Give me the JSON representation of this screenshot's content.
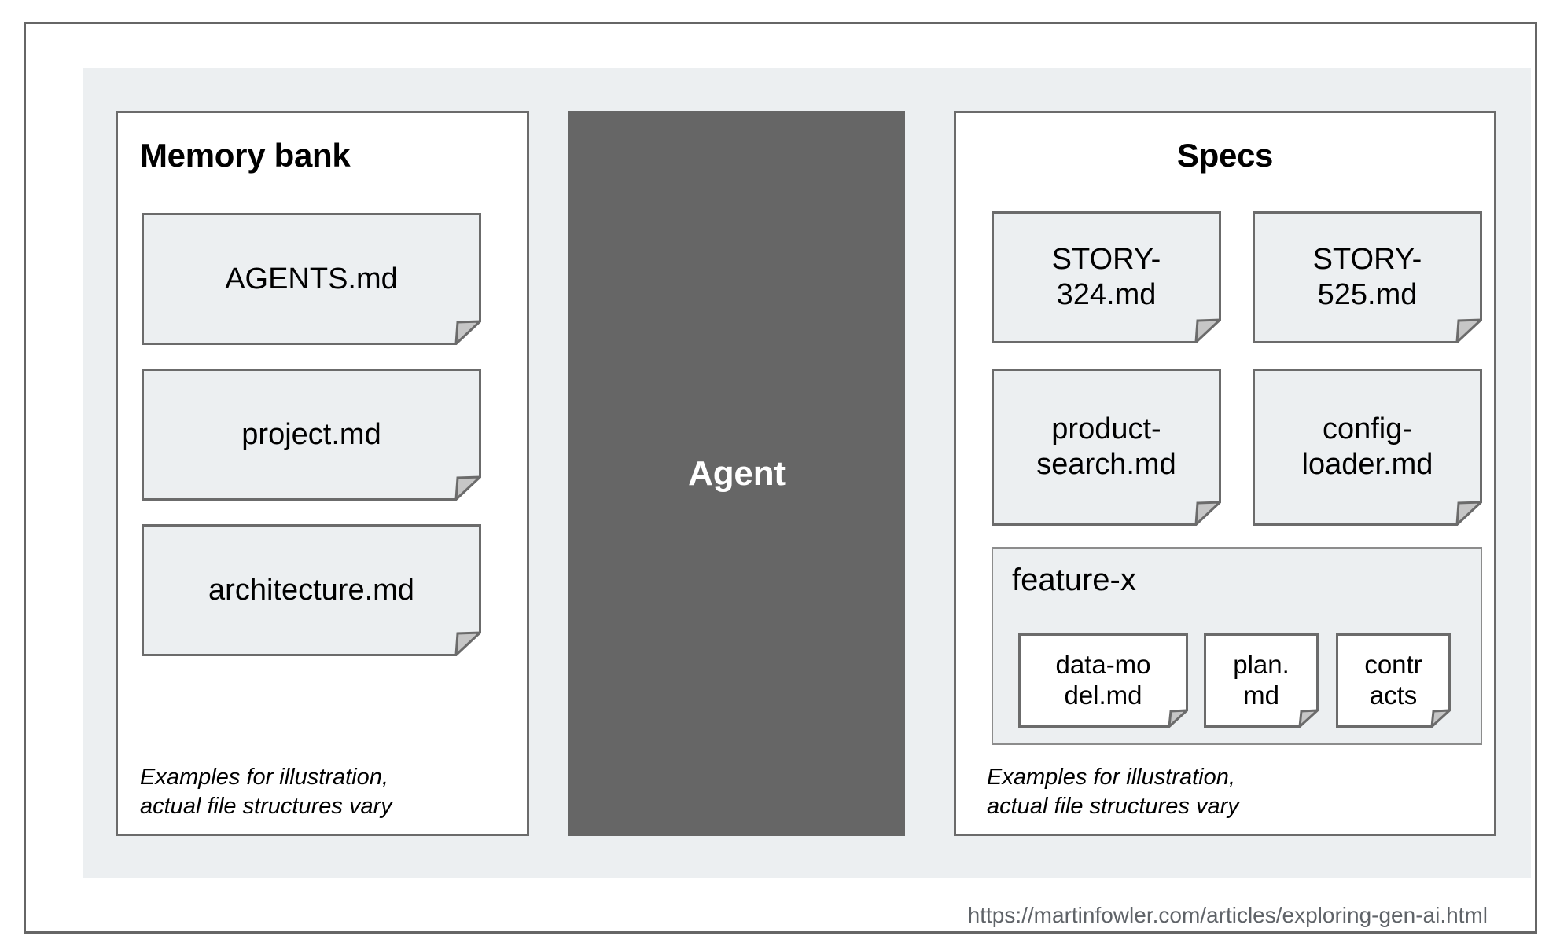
{
  "diagram": {
    "columns": {
      "memory_bank": {
        "title": "Memory bank",
        "documents": [
          {
            "name": "AGENTS.md",
            "icon": "document-icon"
          },
          {
            "name": "project.md",
            "icon": "document-icon"
          },
          {
            "name": "architecture.md",
            "icon": "document-icon"
          }
        ],
        "footnote": "Examples for illustration,\nactual file structures vary"
      },
      "agent": {
        "label": "Agent"
      },
      "specs": {
        "title": "Specs",
        "documents": [
          {
            "name": "STORY-\n324.md",
            "icon": "document-icon"
          },
          {
            "name": "STORY-\n525.md",
            "icon": "document-icon"
          },
          {
            "name": "product-\nsearch.md",
            "icon": "document-icon"
          },
          {
            "name": "config-\nloader.md",
            "icon": "document-icon"
          }
        ],
        "group": {
          "title": "feature-x",
          "documents": [
            {
              "name": "data-mo\ndel.md",
              "icon": "document-icon"
            },
            {
              "name": "plan.\nmd",
              "icon": "document-icon"
            },
            {
              "name": "contr\nacts",
              "icon": "document-icon"
            }
          ]
        },
        "footnote": "Examples for illustration,\nactual file structures vary"
      }
    },
    "source_url": "https://martinfowler.com/articles/exploring-gen-ai.html",
    "colors": {
      "frame_border": "#666666",
      "panel_background": "#eceff1",
      "panel_border": "#6b6b6b",
      "agent_fill": "#666666",
      "agent_text": "#ffffff",
      "doc_fill_blue": "#eceff1",
      "doc_fill_white": "#ffffff",
      "doc_border": "#6b6b6b",
      "doc_fold_fill": "#c6c6c6",
      "url_text": "#5f6368"
    }
  }
}
